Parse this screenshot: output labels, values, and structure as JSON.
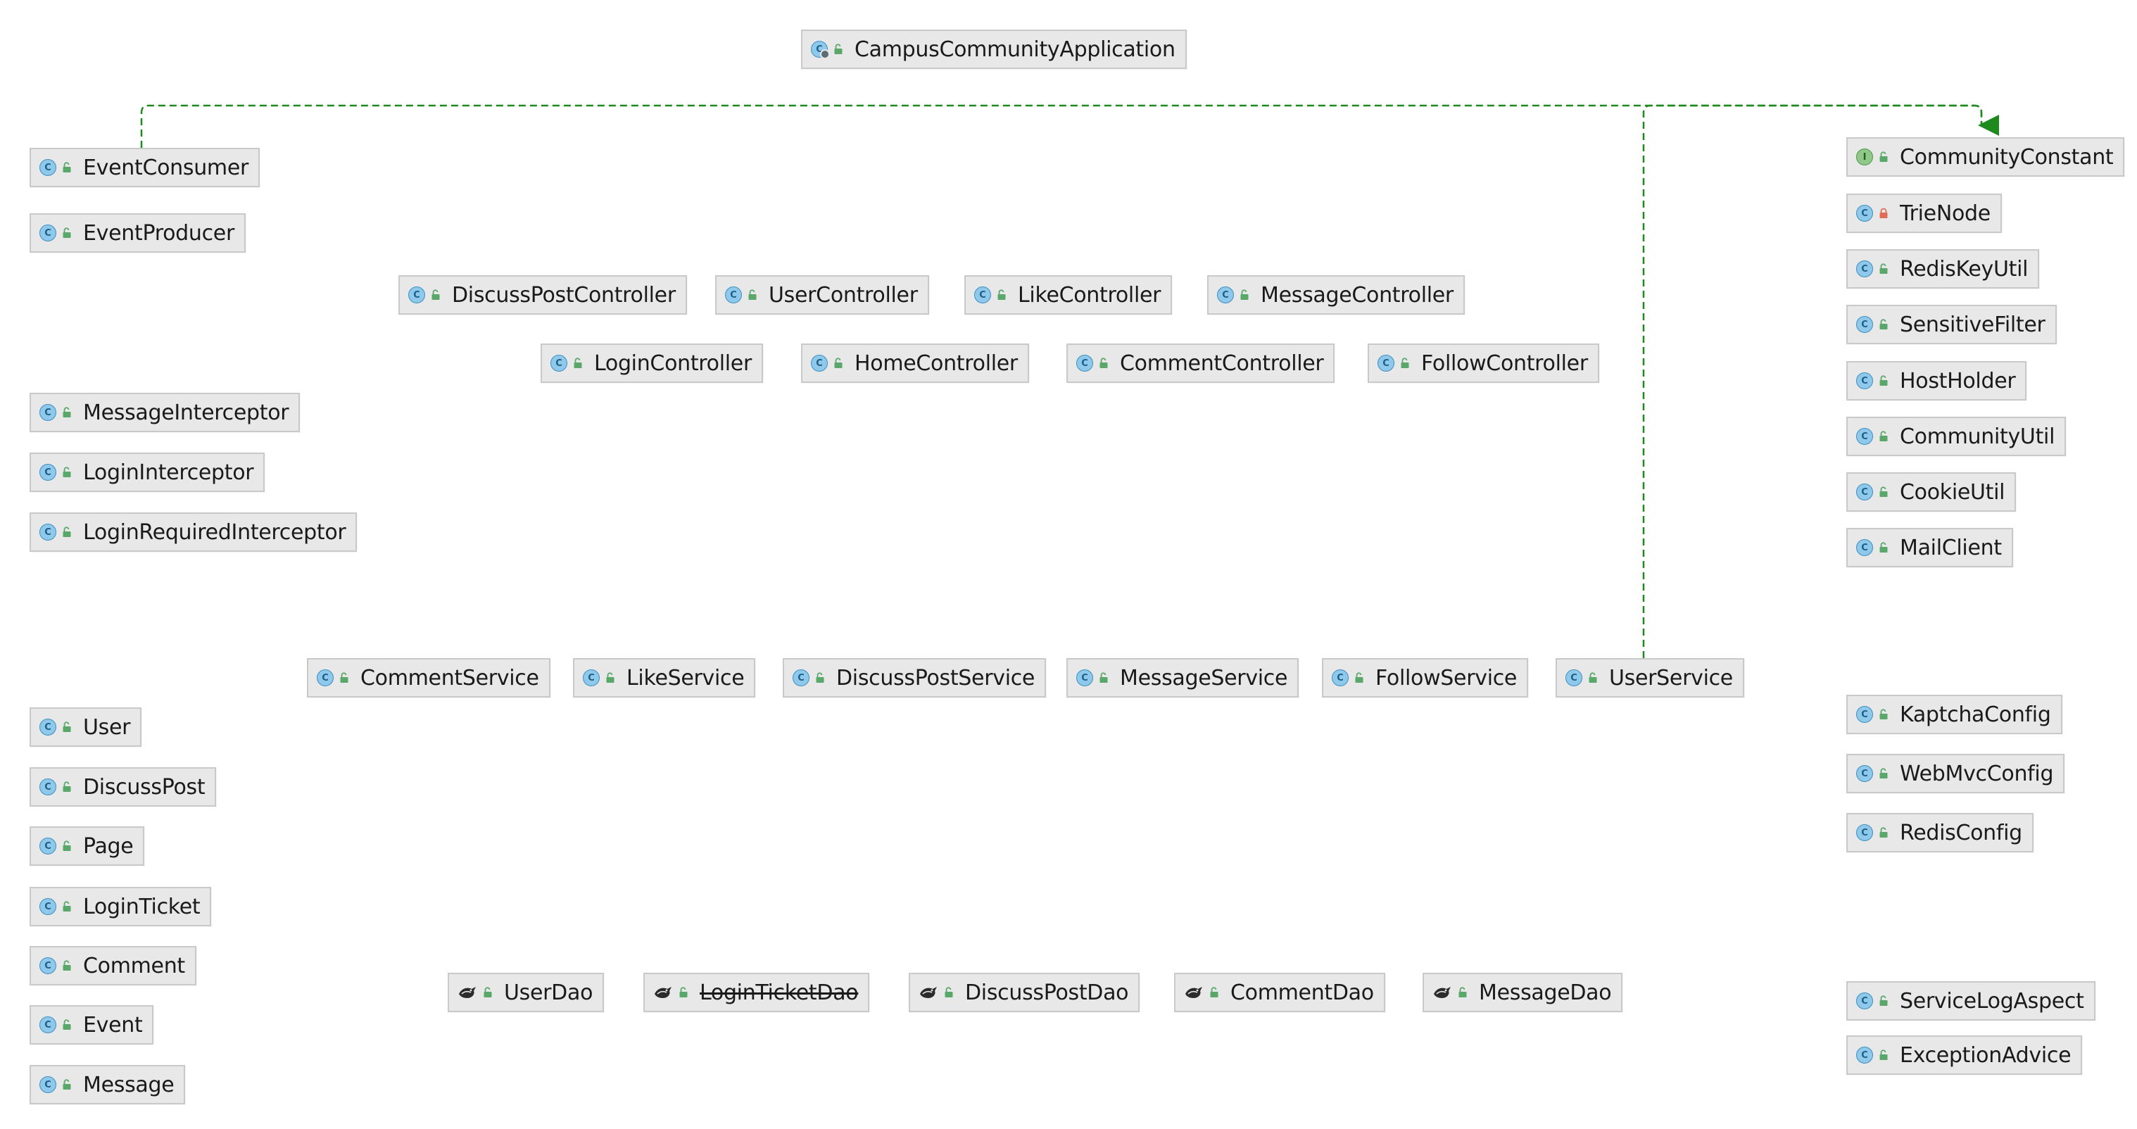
{
  "diagram": {
    "colors": {
      "edge": "#1e8a1e",
      "node_fill": "#e8e8e8",
      "node_border": "#c9c9c9",
      "class_icon": "#8ec9ec",
      "interface_icon": "#8fc888",
      "public_access": "#59a869",
      "private_access": "#e06c57"
    },
    "nodes": [
      {
        "id": "campus-community-application",
        "label": "CampusCommunityApplication",
        "kind": "spring-boot-application-class",
        "icon": "application-class-icon",
        "access": "public"
      },
      {
        "id": "event-consumer",
        "label": "EventConsumer",
        "kind": "class",
        "icon": "class-icon",
        "access": "public"
      },
      {
        "id": "event-producer",
        "label": "EventProducer",
        "kind": "class",
        "icon": "class-icon",
        "access": "public"
      },
      {
        "id": "discuss-post-controller",
        "label": "DiscussPostController",
        "kind": "class",
        "icon": "class-icon",
        "access": "public"
      },
      {
        "id": "user-controller",
        "label": "UserController",
        "kind": "class",
        "icon": "class-icon",
        "access": "public"
      },
      {
        "id": "like-controller",
        "label": "LikeController",
        "kind": "class",
        "icon": "class-icon",
        "access": "public"
      },
      {
        "id": "message-controller",
        "label": "MessageController",
        "kind": "class",
        "icon": "class-icon",
        "access": "public"
      },
      {
        "id": "login-controller",
        "label": "LoginController",
        "kind": "class",
        "icon": "class-icon",
        "access": "public"
      },
      {
        "id": "home-controller",
        "label": "HomeController",
        "kind": "class",
        "icon": "class-icon",
        "access": "public"
      },
      {
        "id": "comment-controller",
        "label": "CommentController",
        "kind": "class",
        "icon": "class-icon",
        "access": "public"
      },
      {
        "id": "follow-controller",
        "label": "FollowController",
        "kind": "class",
        "icon": "class-icon",
        "access": "public"
      },
      {
        "id": "message-interceptor",
        "label": "MessageInterceptor",
        "kind": "class",
        "icon": "class-icon",
        "access": "public"
      },
      {
        "id": "login-interceptor",
        "label": "LoginInterceptor",
        "kind": "class",
        "icon": "class-icon",
        "access": "public"
      },
      {
        "id": "login-required-interceptor",
        "label": "LoginRequiredInterceptor",
        "kind": "class",
        "icon": "class-icon",
        "access": "public"
      },
      {
        "id": "comment-service",
        "label": "CommentService",
        "kind": "class",
        "icon": "class-icon",
        "access": "public"
      },
      {
        "id": "like-service",
        "label": "LikeService",
        "kind": "class",
        "icon": "class-icon",
        "access": "public"
      },
      {
        "id": "discuss-post-service",
        "label": "DiscussPostService",
        "kind": "class",
        "icon": "class-icon",
        "access": "public"
      },
      {
        "id": "message-service",
        "label": "MessageService",
        "kind": "class",
        "icon": "class-icon",
        "access": "public"
      },
      {
        "id": "follow-service",
        "label": "FollowService",
        "kind": "class",
        "icon": "class-icon",
        "access": "public"
      },
      {
        "id": "user-service",
        "label": "UserService",
        "kind": "class",
        "icon": "class-icon",
        "access": "public"
      },
      {
        "id": "user",
        "label": "User",
        "kind": "class",
        "icon": "class-icon",
        "access": "public"
      },
      {
        "id": "discuss-post",
        "label": "DiscussPost",
        "kind": "class",
        "icon": "class-icon",
        "access": "public"
      },
      {
        "id": "page",
        "label": "Page",
        "kind": "class",
        "icon": "class-icon",
        "access": "public"
      },
      {
        "id": "login-ticket",
        "label": "LoginTicket",
        "kind": "class",
        "icon": "class-icon",
        "access": "public"
      },
      {
        "id": "comment",
        "label": "Comment",
        "kind": "class",
        "icon": "class-icon",
        "access": "public"
      },
      {
        "id": "event",
        "label": "Event",
        "kind": "class",
        "icon": "class-icon",
        "access": "public"
      },
      {
        "id": "message",
        "label": "Message",
        "kind": "class",
        "icon": "class-icon",
        "access": "public"
      },
      {
        "id": "user-dao",
        "label": "UserDao",
        "kind": "mybatis-mapper",
        "icon": "mybatis-bird-icon",
        "access": "public"
      },
      {
        "id": "login-ticket-dao",
        "label": "LoginTicketDao",
        "kind": "mybatis-mapper",
        "icon": "mybatis-bird-icon",
        "access": "public",
        "deprecated": true
      },
      {
        "id": "discuss-post-dao",
        "label": "DiscussPostDao",
        "kind": "mybatis-mapper",
        "icon": "mybatis-bird-icon",
        "access": "public"
      },
      {
        "id": "comment-dao",
        "label": "CommentDao",
        "kind": "mybatis-mapper",
        "icon": "mybatis-bird-icon",
        "access": "public"
      },
      {
        "id": "message-dao",
        "label": "MessageDao",
        "kind": "mybatis-mapper",
        "icon": "mybatis-bird-icon",
        "access": "public"
      },
      {
        "id": "community-constant",
        "label": "CommunityConstant",
        "kind": "interface",
        "icon": "interface-icon",
        "access": "public"
      },
      {
        "id": "trie-node",
        "label": "TrieNode",
        "kind": "class",
        "icon": "class-icon",
        "access": "private"
      },
      {
        "id": "redis-key-util",
        "label": "RedisKeyUtil",
        "kind": "class",
        "icon": "class-icon",
        "access": "public"
      },
      {
        "id": "sensitive-filter",
        "label": "SensitiveFilter",
        "kind": "class",
        "icon": "class-icon",
        "access": "public"
      },
      {
        "id": "host-holder",
        "label": "HostHolder",
        "kind": "class",
        "icon": "class-icon",
        "access": "public"
      },
      {
        "id": "community-util",
        "label": "CommunityUtil",
        "kind": "class",
        "icon": "class-icon",
        "access": "public"
      },
      {
        "id": "cookie-util",
        "label": "CookieUtil",
        "kind": "class",
        "icon": "class-icon",
        "access": "public"
      },
      {
        "id": "mail-client",
        "label": "MailClient",
        "kind": "class",
        "icon": "class-icon",
        "access": "public"
      },
      {
        "id": "kaptcha-config",
        "label": "KaptchaConfig",
        "kind": "class",
        "icon": "class-icon",
        "access": "public"
      },
      {
        "id": "web-mvc-config",
        "label": "WebMvcConfig",
        "kind": "class",
        "icon": "class-icon",
        "access": "public"
      },
      {
        "id": "redis-config",
        "label": "RedisConfig",
        "kind": "class",
        "icon": "class-icon",
        "access": "public"
      },
      {
        "id": "service-log-aspect",
        "label": "ServiceLogAspect",
        "kind": "class",
        "icon": "class-icon",
        "access": "public"
      },
      {
        "id": "exception-advice",
        "label": "ExceptionAdvice",
        "kind": "class",
        "icon": "class-icon",
        "access": "public"
      }
    ],
    "edges": [
      {
        "from": "event-consumer",
        "to": "community-constant",
        "style": "dashed",
        "relation": "implements",
        "arrow": "filled-triangle"
      },
      {
        "from": "user-service",
        "to": "community-constant",
        "style": "dashed",
        "relation": "implements",
        "arrow": "filled-triangle"
      }
    ]
  }
}
